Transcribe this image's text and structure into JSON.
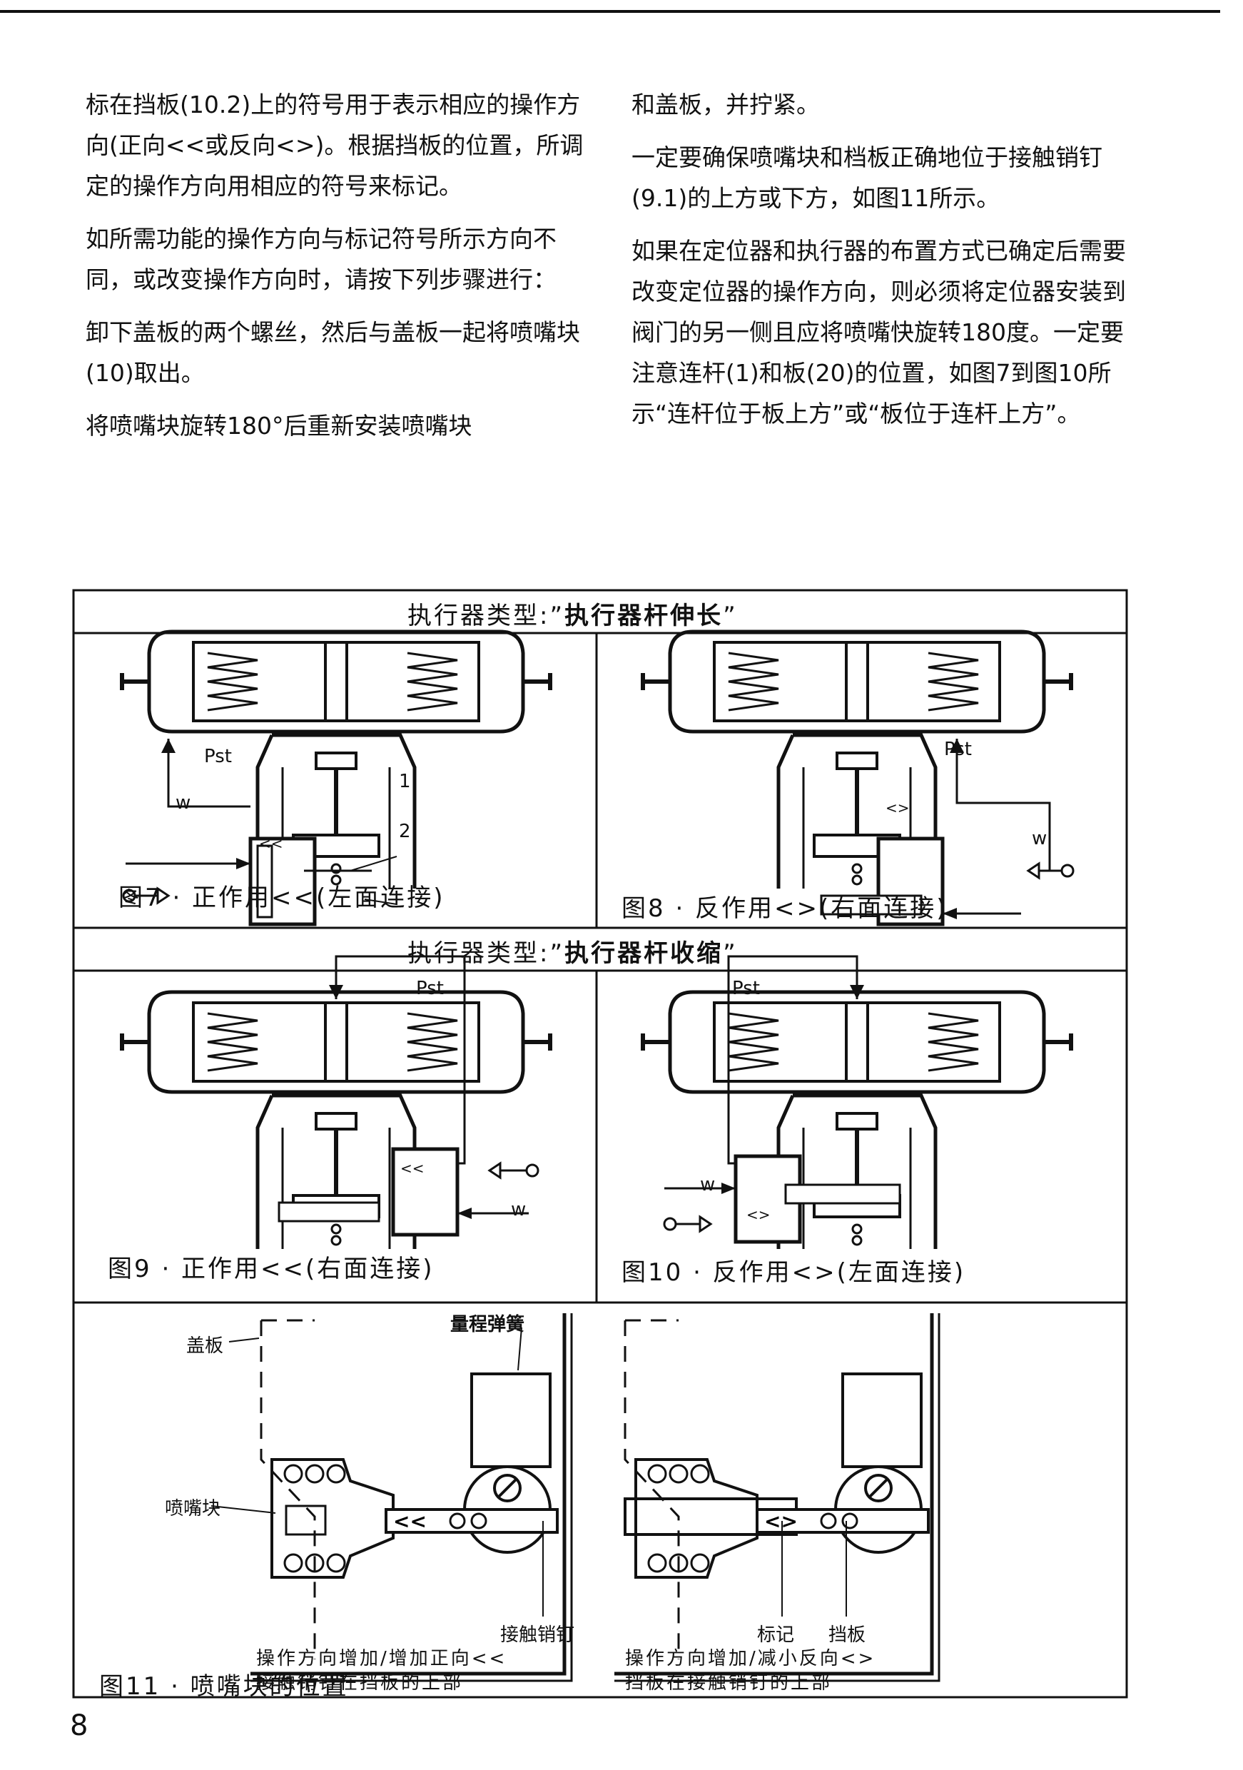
{
  "body": {
    "left": [
      "标在挡板(10.2)上的符号用于表示相应的操作方向(正向<<或反向<>)。根据挡板的位置，所调定的操作方向用相应的符号来标记。",
      "如所需功能的操作方向与标记符号所示方向不同，或改变操作方向时，请按下列步骤进行：",
      "卸下盖板的两个螺丝，然后与盖板一起将喷嘴块(10)取出。",
      "将喷嘴块旋转180°后重新安装喷嘴块"
    ],
    "right": [
      "和盖板，并拧紧。",
      "一定要确保喷嘴块和档板正确地位于接触销钉(9.1)的上方或下方，如图11所示。",
      "如果在定位器和执行器的布置方式已确定后需要改变定位器的操作方向，则必须将定位器安装到阀门的另一侧且应将喷嘴快旋转180度。一定要注意连杆(1)和板(20)的位置，如图7到图10所示“连杆位于板上方”或“板位于连杆上方”。"
    ]
  },
  "figures": {
    "band1": {
      "prefix": "执行器类型:”",
      "bold": "执行器杆伸长",
      "suffix": "”"
    },
    "band2": {
      "prefix": "执行器类型:”",
      "bold": "执行器杆收缩",
      "suffix": "”"
    },
    "fig7": "图7 · 正作用<<(左面连接)",
    "fig8": "图8 · 反作用<>(右面连接)",
    "fig9": "图9 · 正作用<<(右面连接)",
    "fig10": "图10 · 反作用<>(左面连接)",
    "fig11": "图11 · 喷嘴块的位置",
    "labels": {
      "pst": "Pst",
      "w": "w",
      "one": "1",
      "two": "2",
      "direct": "<<",
      "reverse": "<>",
      "cover_plate": "盖板",
      "nozzle_block": "喷嘴块",
      "range_spring": "量程弹簧",
      "contact_pin": "接触销钉",
      "mark": "标记",
      "baffle": "挡板"
    },
    "notes": {
      "left_line1": "操作方向增加/增加正向<<",
      "left_line2": "接触销钉在挡板的上部",
      "right_line1": "操作方向增加/减小反向<>",
      "right_line2": "挡板在接触销钉的上部"
    }
  },
  "page_number": "8"
}
